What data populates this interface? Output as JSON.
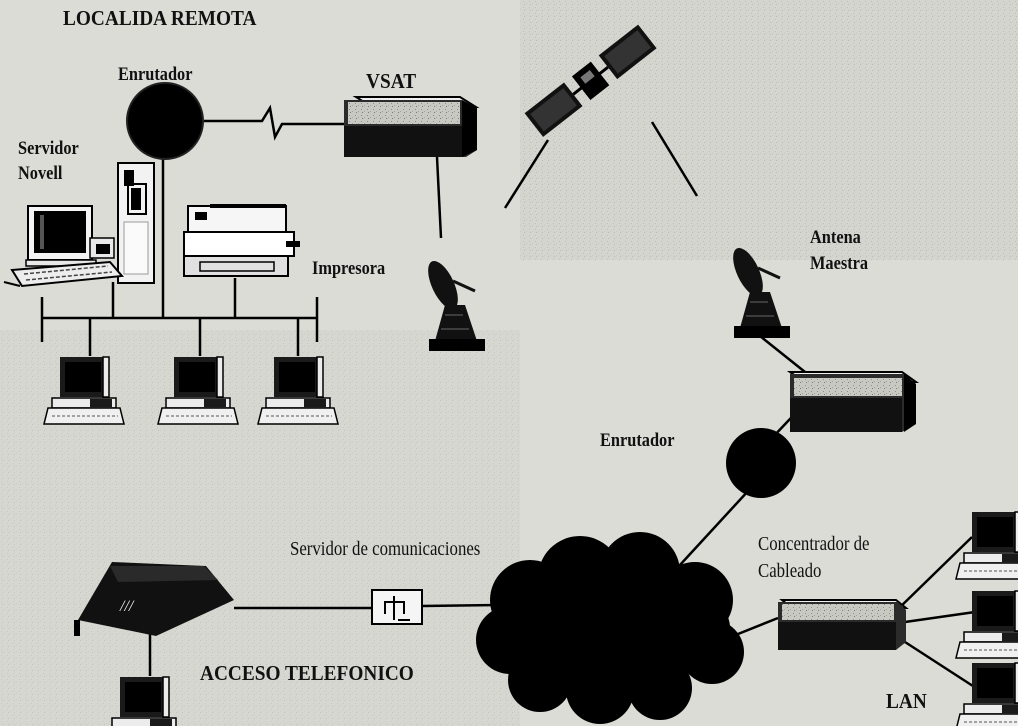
{
  "labels": {
    "remote_site": "LOCALIDA REMOTA",
    "router_top": "Enrutador",
    "vsat": "VSAT",
    "novell_server_line1": "Servidor",
    "novell_server_line2": "Novell",
    "printer": "Impresora",
    "master_antenna_line1": "Antena",
    "master_antenna_line2": "Maestra",
    "router_bottom": "Enrutador",
    "comm_server": "Servidor de comunicaciones",
    "hub_line1": "Concentrador de",
    "hub_line2": "Cableado",
    "phone_access": "ACCESO TELEFONICO",
    "lan": "LAN"
  }
}
